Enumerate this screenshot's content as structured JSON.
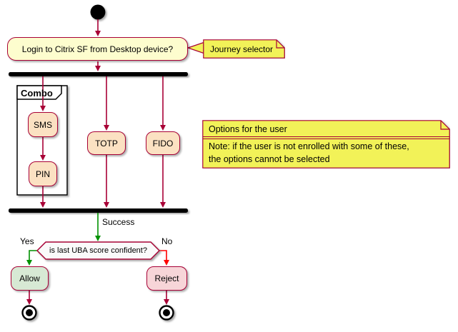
{
  "diagram": {
    "kind": "activity-flowchart",
    "nodes": {
      "login": "Login to Citrix SF from Desktop device?",
      "sms": "SMS",
      "pin": "PIN",
      "totp": "TOTP",
      "fido": "FIDO",
      "decision": "is last UBA score confident?",
      "allow": "Allow",
      "reject": "Reject"
    },
    "partition": {
      "label": "Combo"
    },
    "notes": {
      "journey": {
        "text": "Journey selector"
      },
      "options": {
        "title": "Options for the user",
        "body": "Note: if the user is not enrolled with some of these,\nthe options cannot be selected"
      }
    },
    "edges": {
      "success": "Success",
      "yes": "Yes",
      "no": "No"
    },
    "colors": {
      "border": "#A80036",
      "activity_fill": "#FDFDCE",
      "option_fill": "#FBE1C2",
      "allow_fill": "#D7E9D4",
      "reject_fill": "#F7D5D8",
      "note_fill": "#F2F258",
      "decision_fill": "#FAFAFA",
      "arrow": "#A80036",
      "arrow_success": "#009100",
      "arrow_no": "#FF0000",
      "bar": "#000000"
    }
  }
}
